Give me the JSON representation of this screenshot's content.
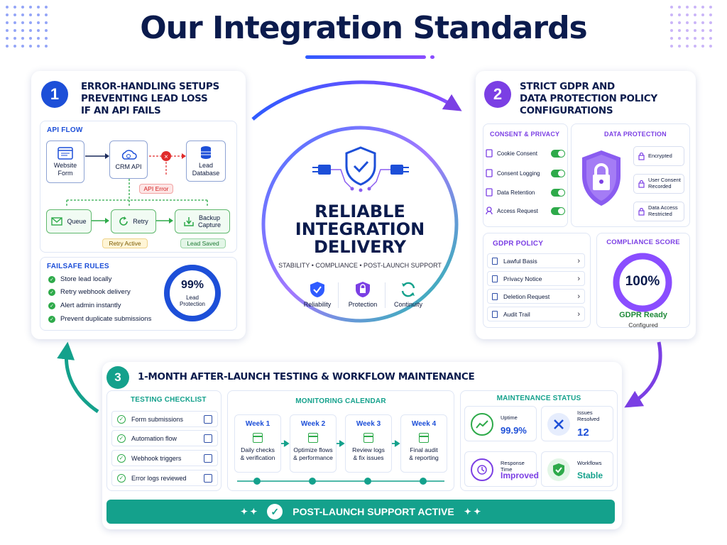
{
  "title": "Our Integration Standards",
  "colors": {
    "navy": "#0b1b4d",
    "blue": "#1d4fd8",
    "purple": "#7b3fe4",
    "teal": "#14a18c",
    "green": "#2eaa4a",
    "red": "#e02b2b"
  },
  "center": {
    "line1": "RELIABLE",
    "line2": "INTEGRATION",
    "line3": "DELIVERY",
    "tagline": "STABILITY • COMPLIANCE • POST-LAUNCH SUPPORT",
    "icons": [
      {
        "label": "Reliability",
        "icon": "shield-check-icon"
      },
      {
        "label": "Protection",
        "icon": "lock-shield-icon"
      },
      {
        "label": "Continuity",
        "icon": "refresh-icon"
      }
    ]
  },
  "panel1": {
    "number": "1",
    "title": [
      "ERROR-HANDLING SETUPS",
      "PREVENTING LEAD LOSS",
      "IF AN API FAILS"
    ],
    "api_flow": {
      "heading": "API FLOW",
      "website_form": "Website\nForm",
      "crm_api": "CRM API",
      "lead_database": "Lead\nDatabase",
      "api_error": "API Error",
      "queue": "Queue",
      "retry": "Retry",
      "backup_capture": "Backup\nCapture",
      "retry_active": "Retry Active",
      "lead_saved": "Lead Saved"
    },
    "failsafe": {
      "heading": "FAILSAFE RULES",
      "rules": [
        "Store lead locally",
        "Retry webhook delivery",
        "Alert admin instantly",
        "Prevent duplicate submissions"
      ],
      "gauge_value": "99%",
      "gauge_label": "Lead\nProtection",
      "gauge_fraction": 0.99
    }
  },
  "panel2": {
    "number": "2",
    "title": [
      "STRICT GDPR AND",
      "DATA PROTECTION POLICY",
      "CONFIGURATIONS"
    ],
    "consent": {
      "heading": "CONSENT & PRIVACY",
      "items": [
        "Cookie Consent",
        "Consent Logging",
        "Data Retention",
        "Access Request"
      ]
    },
    "data_protection": {
      "heading": "DATA PROTECTION",
      "items": [
        "Encrypted",
        "User Consent\nRecorded",
        "Data Access\nRestricted"
      ]
    },
    "gdpr_policy": {
      "heading": "GDPR POLICY",
      "items": [
        "Lawful Basis",
        "Privacy Notice",
        "Deletion Request",
        "Audit Trail"
      ]
    },
    "compliance": {
      "heading": "COMPLIANCE SCORE",
      "value": "100%",
      "fraction": 1.0,
      "status": "GDPR Ready",
      "sub": "Configured"
    }
  },
  "panel3": {
    "number": "3",
    "title": "1-MONTH AFTER-LAUNCH TESTING & WORKFLOW MAINTENANCE",
    "checklist": {
      "heading": "TESTING CHECKLIST",
      "items": [
        "Form submissions",
        "Automation flow",
        "Webhook triggers",
        "Error logs reviewed"
      ]
    },
    "calendar": {
      "heading": "MONITORING CALENDAR",
      "weeks": [
        {
          "label": "Week 1",
          "desc": "Daily checks\n& verification"
        },
        {
          "label": "Week 2",
          "desc": "Optimize flows\n& performance"
        },
        {
          "label": "Week 3",
          "desc": "Review logs\n& fix issues"
        },
        {
          "label": "Week 4",
          "desc": "Final audit\n& reporting"
        }
      ]
    },
    "maintenance": {
      "heading": "MAINTENANCE STATUS",
      "tiles": [
        {
          "label": "Uptime",
          "value": "99.9%"
        },
        {
          "label": "Issues\nResolved",
          "value": "12"
        },
        {
          "label": "Response Time",
          "value": "Improved"
        },
        {
          "label": "Workflows",
          "value": "Stable"
        }
      ]
    },
    "banner": "POST-LAUNCH SUPPORT ACTIVE"
  }
}
